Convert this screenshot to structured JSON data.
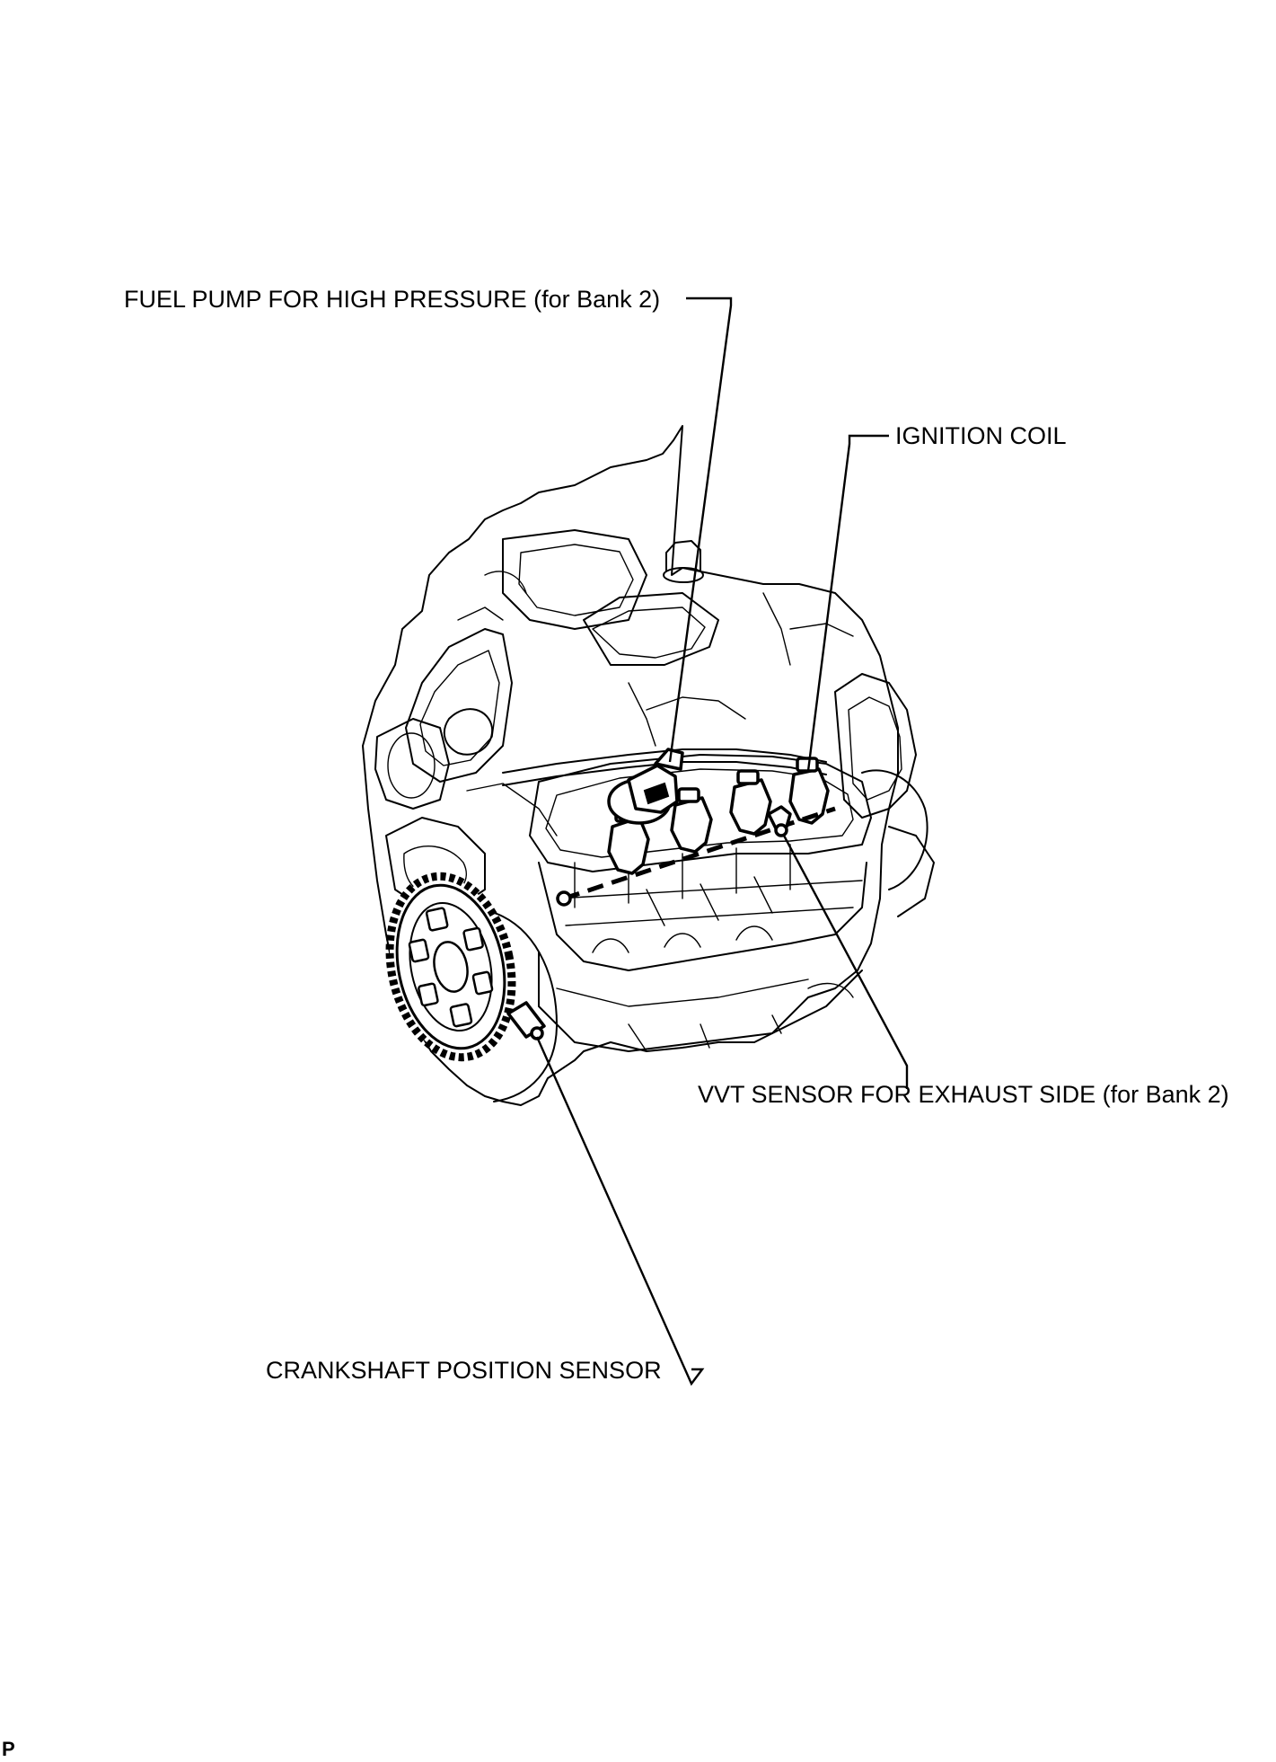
{
  "callouts": {
    "fuel_pump": "FUEL PUMP FOR HIGH PRESSURE (for Bank 2)",
    "ignition_coil": "IGNITION COIL",
    "vvt_sensor": "VVT SENSOR FOR EXHAUST SIDE (for Bank 2)",
    "crankshaft_sensor": "CRANKSHAFT POSITION SENSOR"
  },
  "page_mark": "P"
}
